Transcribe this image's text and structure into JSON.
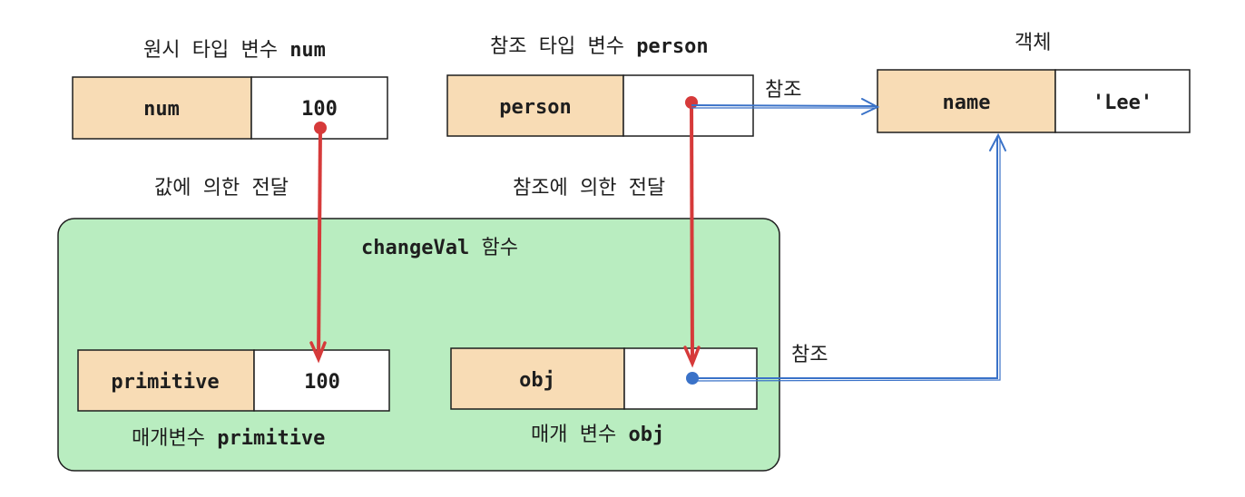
{
  "captions": {
    "primitive_var": "원시 타입 변수",
    "primitive_var_name": "num",
    "ref_var": "참조 타입 변수",
    "ref_var_name": "person",
    "object": "객체",
    "pass_by_value": "값에 의한 전달",
    "pass_by_ref": "참조에 의한 전달",
    "ref_top": "참조",
    "ref_bottom": "참조",
    "function_name": "changeVal",
    "function_suffix": "함수",
    "param_primitive": "매개변수",
    "param_primitive_name": "primitive",
    "param_obj": "매개 변수",
    "param_obj_name": "obj"
  },
  "cells": {
    "num_name": "num",
    "num_value": "100",
    "person_name": "person",
    "obj_key": "name",
    "obj_value": "'Lee'",
    "primitive_name": "primitive",
    "primitive_value": "100",
    "obj_name": "obj"
  },
  "colors": {
    "name_cell": "#f8dcb5",
    "value_cell": "#ffffff",
    "function_bg": "#b9edc0",
    "red_arrow": "#d63a3a",
    "blue_arrow": "#3a72c8",
    "stroke": "#1e1e1e"
  }
}
